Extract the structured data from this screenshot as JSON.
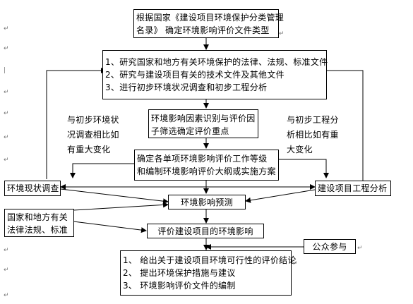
{
  "boxes": {
    "top": [
      "根据国家《建设项目环境保护分类管理",
      "名录》 确定环境影响评价文件类型"
    ],
    "research": [
      "1、研究国家和地方有关环境保护的法律、法规、标准文件",
      "2、研究与建设项目有关的技术文件及其他文件",
      "3、进行初步环境状况调查和初步工程分析"
    ],
    "identify": [
      "环境影响因素识别与评价因",
      "子筛选确定评价重点"
    ],
    "determine": [
      "确定各单项环境影响评价工作等级",
      "和编制环境影响评价大纲或实施方案"
    ],
    "survey": "环境现状调查",
    "engineering": "建设项目工程分析",
    "predict": "环境影响预测",
    "laws": [
      "国家和地方有关",
      "法律法规、标准"
    ],
    "evaluate": "评价建设项目的环境影响",
    "public": "公众参与",
    "final": [
      "1、 给出关于建设项目环境可行性的评价结论",
      "2、 提出环境保护措施与建议",
      "3、 环境影响评价文件的编制"
    ]
  },
  "notes": {
    "left": [
      "与初步环境状",
      "况调查相比如",
      "有重大变化"
    ],
    "right": [
      "与初步工程分",
      "析相比如有重",
      "大变化"
    ]
  }
}
